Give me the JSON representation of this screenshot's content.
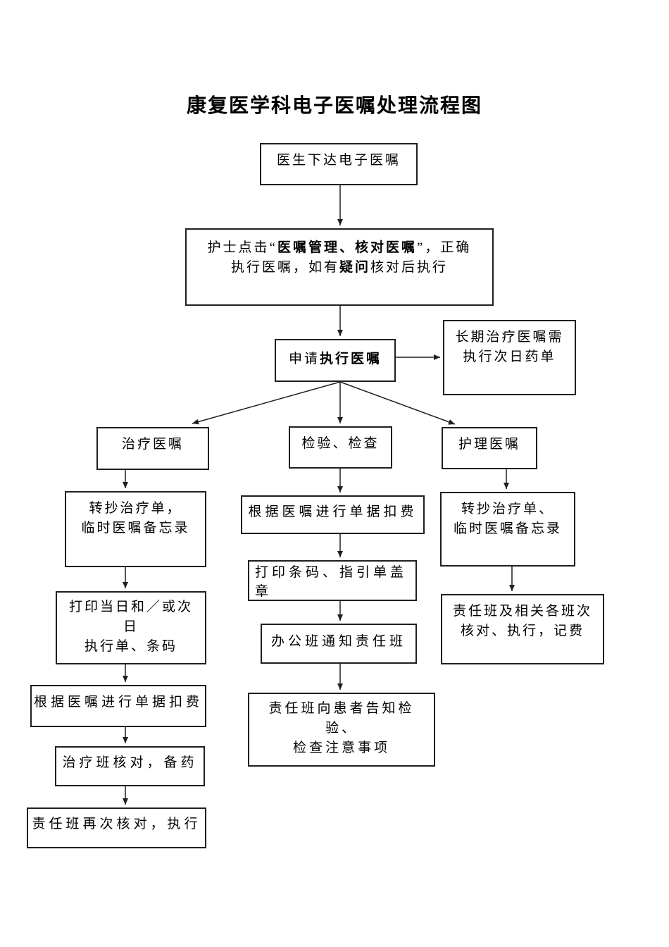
{
  "title": "康复医学科电子医嘱处理流程图",
  "colors": {
    "border": "#1f1f1f",
    "text": "#000000",
    "background": "#ffffff",
    "arrow": "#1f1f1f"
  },
  "nodes": {
    "doctor": {
      "line1": "医生下达电子医嘱"
    },
    "nurse": {
      "l1a": "护士点击“",
      "l1b_bold": "医嘱管理、核对医嘱",
      "l1c": "”，正确",
      "l2a": "执行医嘱，如有",
      "l2b_bold": "疑问",
      "l2c": "核对后执行"
    },
    "apply": {
      "a": "申请",
      "b_bold": "执行医嘱"
    },
    "longterm": {
      "line1": "长期治疗医嘱需",
      "line2": "执行次日药单"
    },
    "treatment": {
      "line1": "治疗医嘱"
    },
    "lab": {
      "line1": "检验、检查"
    },
    "nursing": {
      "line1": "护理医嘱"
    },
    "copy_left": {
      "line1": "转抄治疗单，",
      "line2": "临时医嘱备忘录"
    },
    "print_left": {
      "line1": "打印当日和／或次",
      "line2": "日",
      "line3": "执行单、条码"
    },
    "deduct_left": {
      "line1": "根据医嘱进行单据扣费"
    },
    "verify_left": {
      "line1": "治疗班核对，备药"
    },
    "final_left": {
      "line1": "责任班再次核对，执行"
    },
    "deduct_mid": {
      "line1": "根据医嘱进行单据扣费"
    },
    "barcode_mid": {
      "line1": "打印条码、指引单盖",
      "line2": "章"
    },
    "office_mid": {
      "line1": "办公班通知责任班"
    },
    "inform_mid": {
      "line1": "责任班向患者告知检",
      "line2": "验、",
      "line3": "检查注意事项"
    },
    "copy_right": {
      "line1": "转抄治疗单、",
      "line2": "临时医嘱备忘录"
    },
    "duty_right": {
      "line1": "责任班及相关各班次",
      "line2": "核对、执行，记费"
    }
  }
}
